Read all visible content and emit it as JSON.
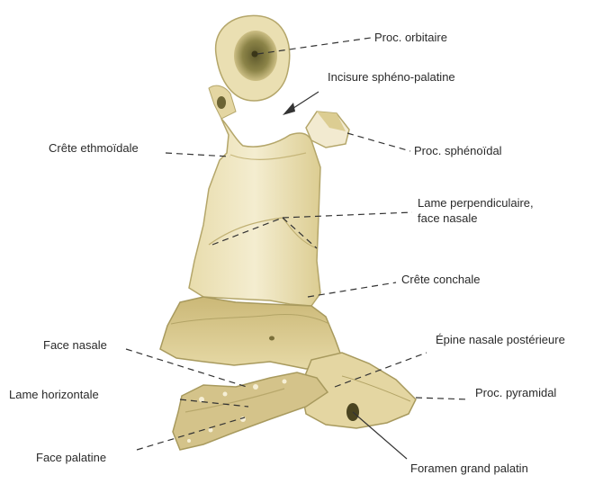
{
  "figure": {
    "title": "",
    "labels": {
      "proc_orbitaire": "Proc. orbitaire",
      "incisure": "Incisure sphéno-palatine",
      "proc_sphenoidal": "Proc. sphénoïdal",
      "crete_ethmoidale": "Crête ethmoïdale",
      "lame_perp_line1": "Lame perpendiculaire,",
      "lame_perp_line2": "face nasale",
      "crete_conchale": "Crête conchale",
      "face_nasale": "Face nasale",
      "epine_nasale": "Épine nasale postérieure",
      "lame_horizontale": "Lame horizontale",
      "proc_pyramidal": "Proc. pyramidal",
      "face_palatine": "Face palatine",
      "foramen": "Foramen grand palatin"
    },
    "colors": {
      "bone_light": "#f0e8c4",
      "bone_mid": "#d8c88e",
      "bone_dark": "#a89a5e",
      "leader": "#333333"
    }
  }
}
